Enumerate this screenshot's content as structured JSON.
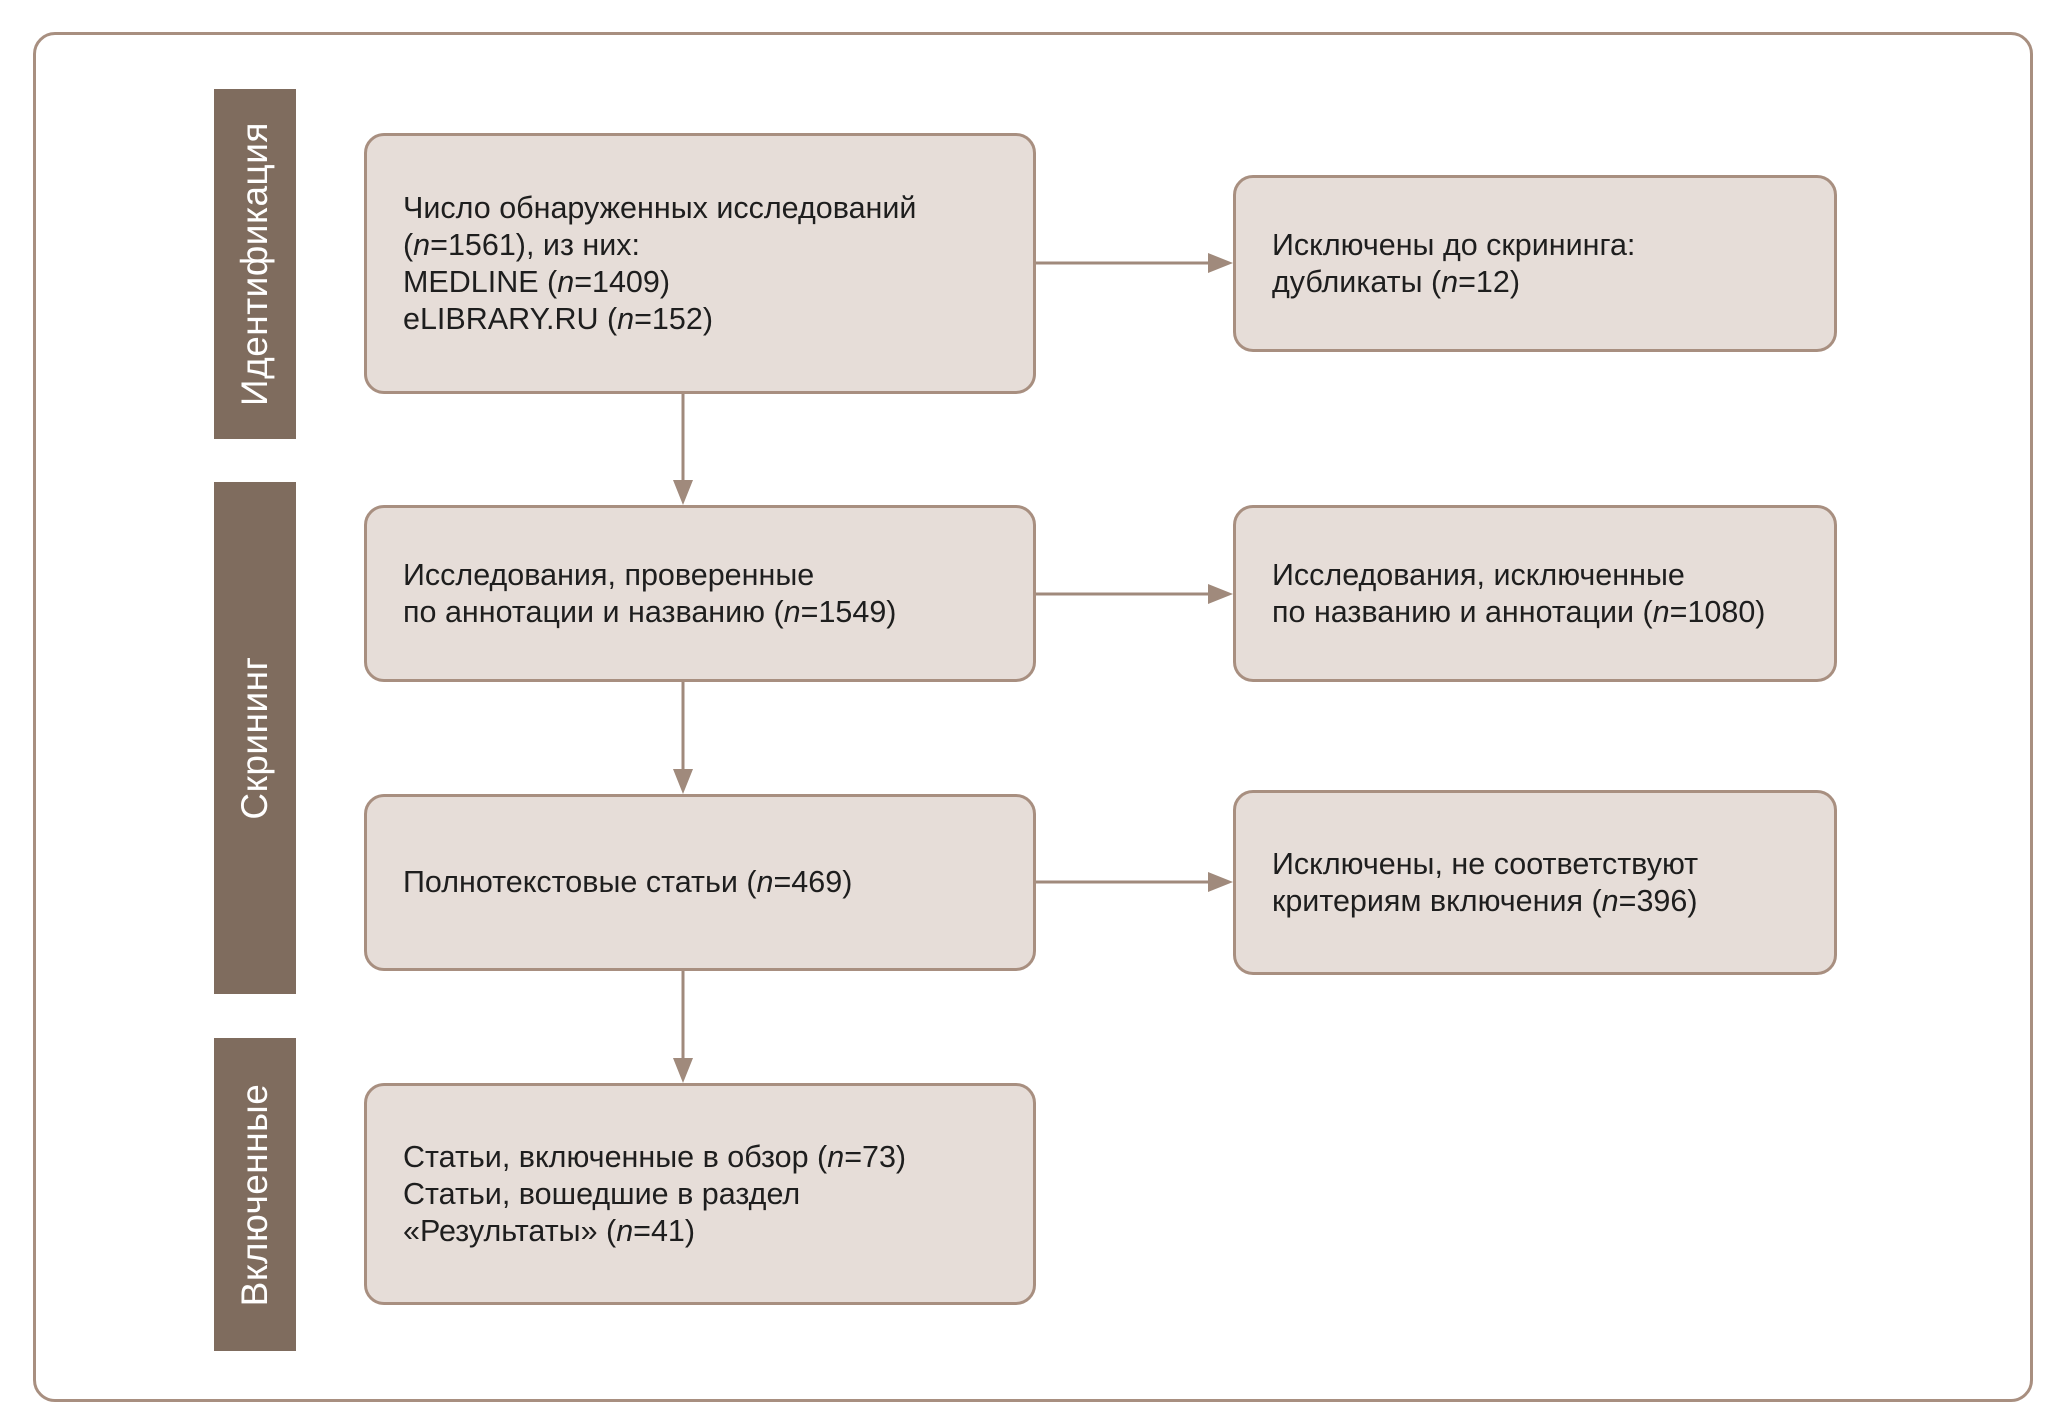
{
  "stages": {
    "identification": "Идентификация",
    "screening": "Скрининг",
    "included": "Включенные"
  },
  "boxes": {
    "identified": {
      "lines": [
        [
          {
            "t": "Число обнаруженных исследований"
          }
        ],
        [
          {
            "t": "("
          },
          {
            "t": "n",
            "i": true
          },
          {
            "t": "=1561), из них:"
          }
        ],
        [
          {
            "t": "MEDLINE ("
          },
          {
            "t": "n",
            "i": true
          },
          {
            "t": "=1409)"
          }
        ],
        [
          {
            "t": "eLIBRARY.RU ("
          },
          {
            "t": "n",
            "i": true
          },
          {
            "t": "=152)"
          }
        ]
      ]
    },
    "excluded_before_screening": {
      "lines": [
        [
          {
            "t": "Исключены до скрининга:"
          }
        ],
        [
          {
            "t": "дубликаты ("
          },
          {
            "t": "n",
            "i": true
          },
          {
            "t": "=12)"
          }
        ]
      ]
    },
    "screened": {
      "lines": [
        [
          {
            "t": "Исследования, проверенные"
          }
        ],
        [
          {
            "t": "по аннотации и названию ("
          },
          {
            "t": "n",
            "i": true
          },
          {
            "t": "=1549)"
          }
        ]
      ]
    },
    "excluded_by_title": {
      "lines": [
        [
          {
            "t": "Исследования, исключенные"
          }
        ],
        [
          {
            "t": "по названию и аннотации ("
          },
          {
            "t": "n",
            "i": true
          },
          {
            "t": "=1080)"
          }
        ]
      ]
    },
    "fulltext": {
      "lines": [
        [
          {
            "t": "Полнотекстовые статьи ("
          },
          {
            "t": "n",
            "i": true
          },
          {
            "t": "=469)"
          }
        ]
      ]
    },
    "excluded_criteria": {
      "lines": [
        [
          {
            "t": "Исключены, не соответствуют"
          }
        ],
        [
          {
            "t": "критериям включения ("
          },
          {
            "t": "n",
            "i": true
          },
          {
            "t": "=396)"
          }
        ]
      ]
    },
    "included": {
      "lines": [
        [
          {
            "t": "Статьи, включенные в обзор ("
          },
          {
            "t": "n",
            "i": true
          },
          {
            "t": "=73)"
          }
        ],
        [
          {
            "t": "Статьи, вошедшие в раздел"
          }
        ],
        [
          {
            "t": "«Результаты» ("
          },
          {
            "t": "n",
            "i": true
          },
          {
            "t": "=41)"
          }
        ]
      ]
    }
  },
  "colors": {
    "stage_fill": "#7f6c5e",
    "box_fill": "#e6ddd8",
    "border": "#a88f80",
    "arrow": "#a08a7c"
  }
}
